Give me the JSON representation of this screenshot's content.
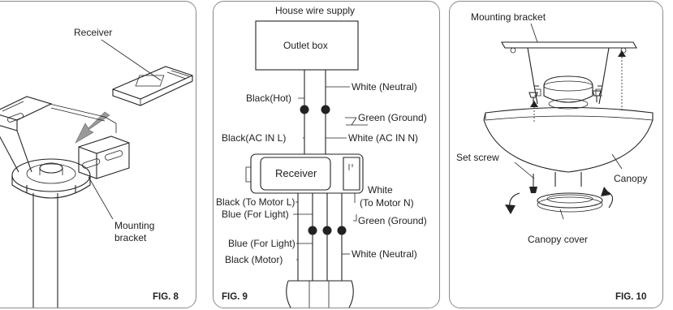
{
  "fig8": {
    "receiver_label": "Receiver",
    "mounting_bracket_label_1": "Mounting",
    "mounting_bracket_label_2": "bracket",
    "fig_label": "FIG. 8"
  },
  "fig9": {
    "house_wire_supply": "House wire supply",
    "outlet_box": "Outlet box",
    "black_hot": "Black(Hot)",
    "white_neutral_top": "White (Neutral)",
    "green_ground_top": "Green (Ground)",
    "black_ac_in_l": "Black(AC IN L)",
    "white_ac_in_n": "White (AC IN N)",
    "receiver": "Receiver",
    "black_to_motor_l": "Black (To Motor L)",
    "blue_for_light_top": "Blue (For Light)",
    "white_label": "White",
    "to_motor_n": "(To Motor N)",
    "green_ground_bottom": "Green (Ground)",
    "blue_for_light_bottom": "Blue (For Light)",
    "white_neutral_bottom": "White (Neutral)",
    "black_motor": "Black (Motor)",
    "fig_label": "FIG. 9"
  },
  "fig10": {
    "mounting_bracket": "Mounting bracket",
    "set_screw": "Set screw",
    "canopy": "Canopy",
    "canopy_cover": "Canopy cover",
    "fig_label": "FIG. 10"
  }
}
